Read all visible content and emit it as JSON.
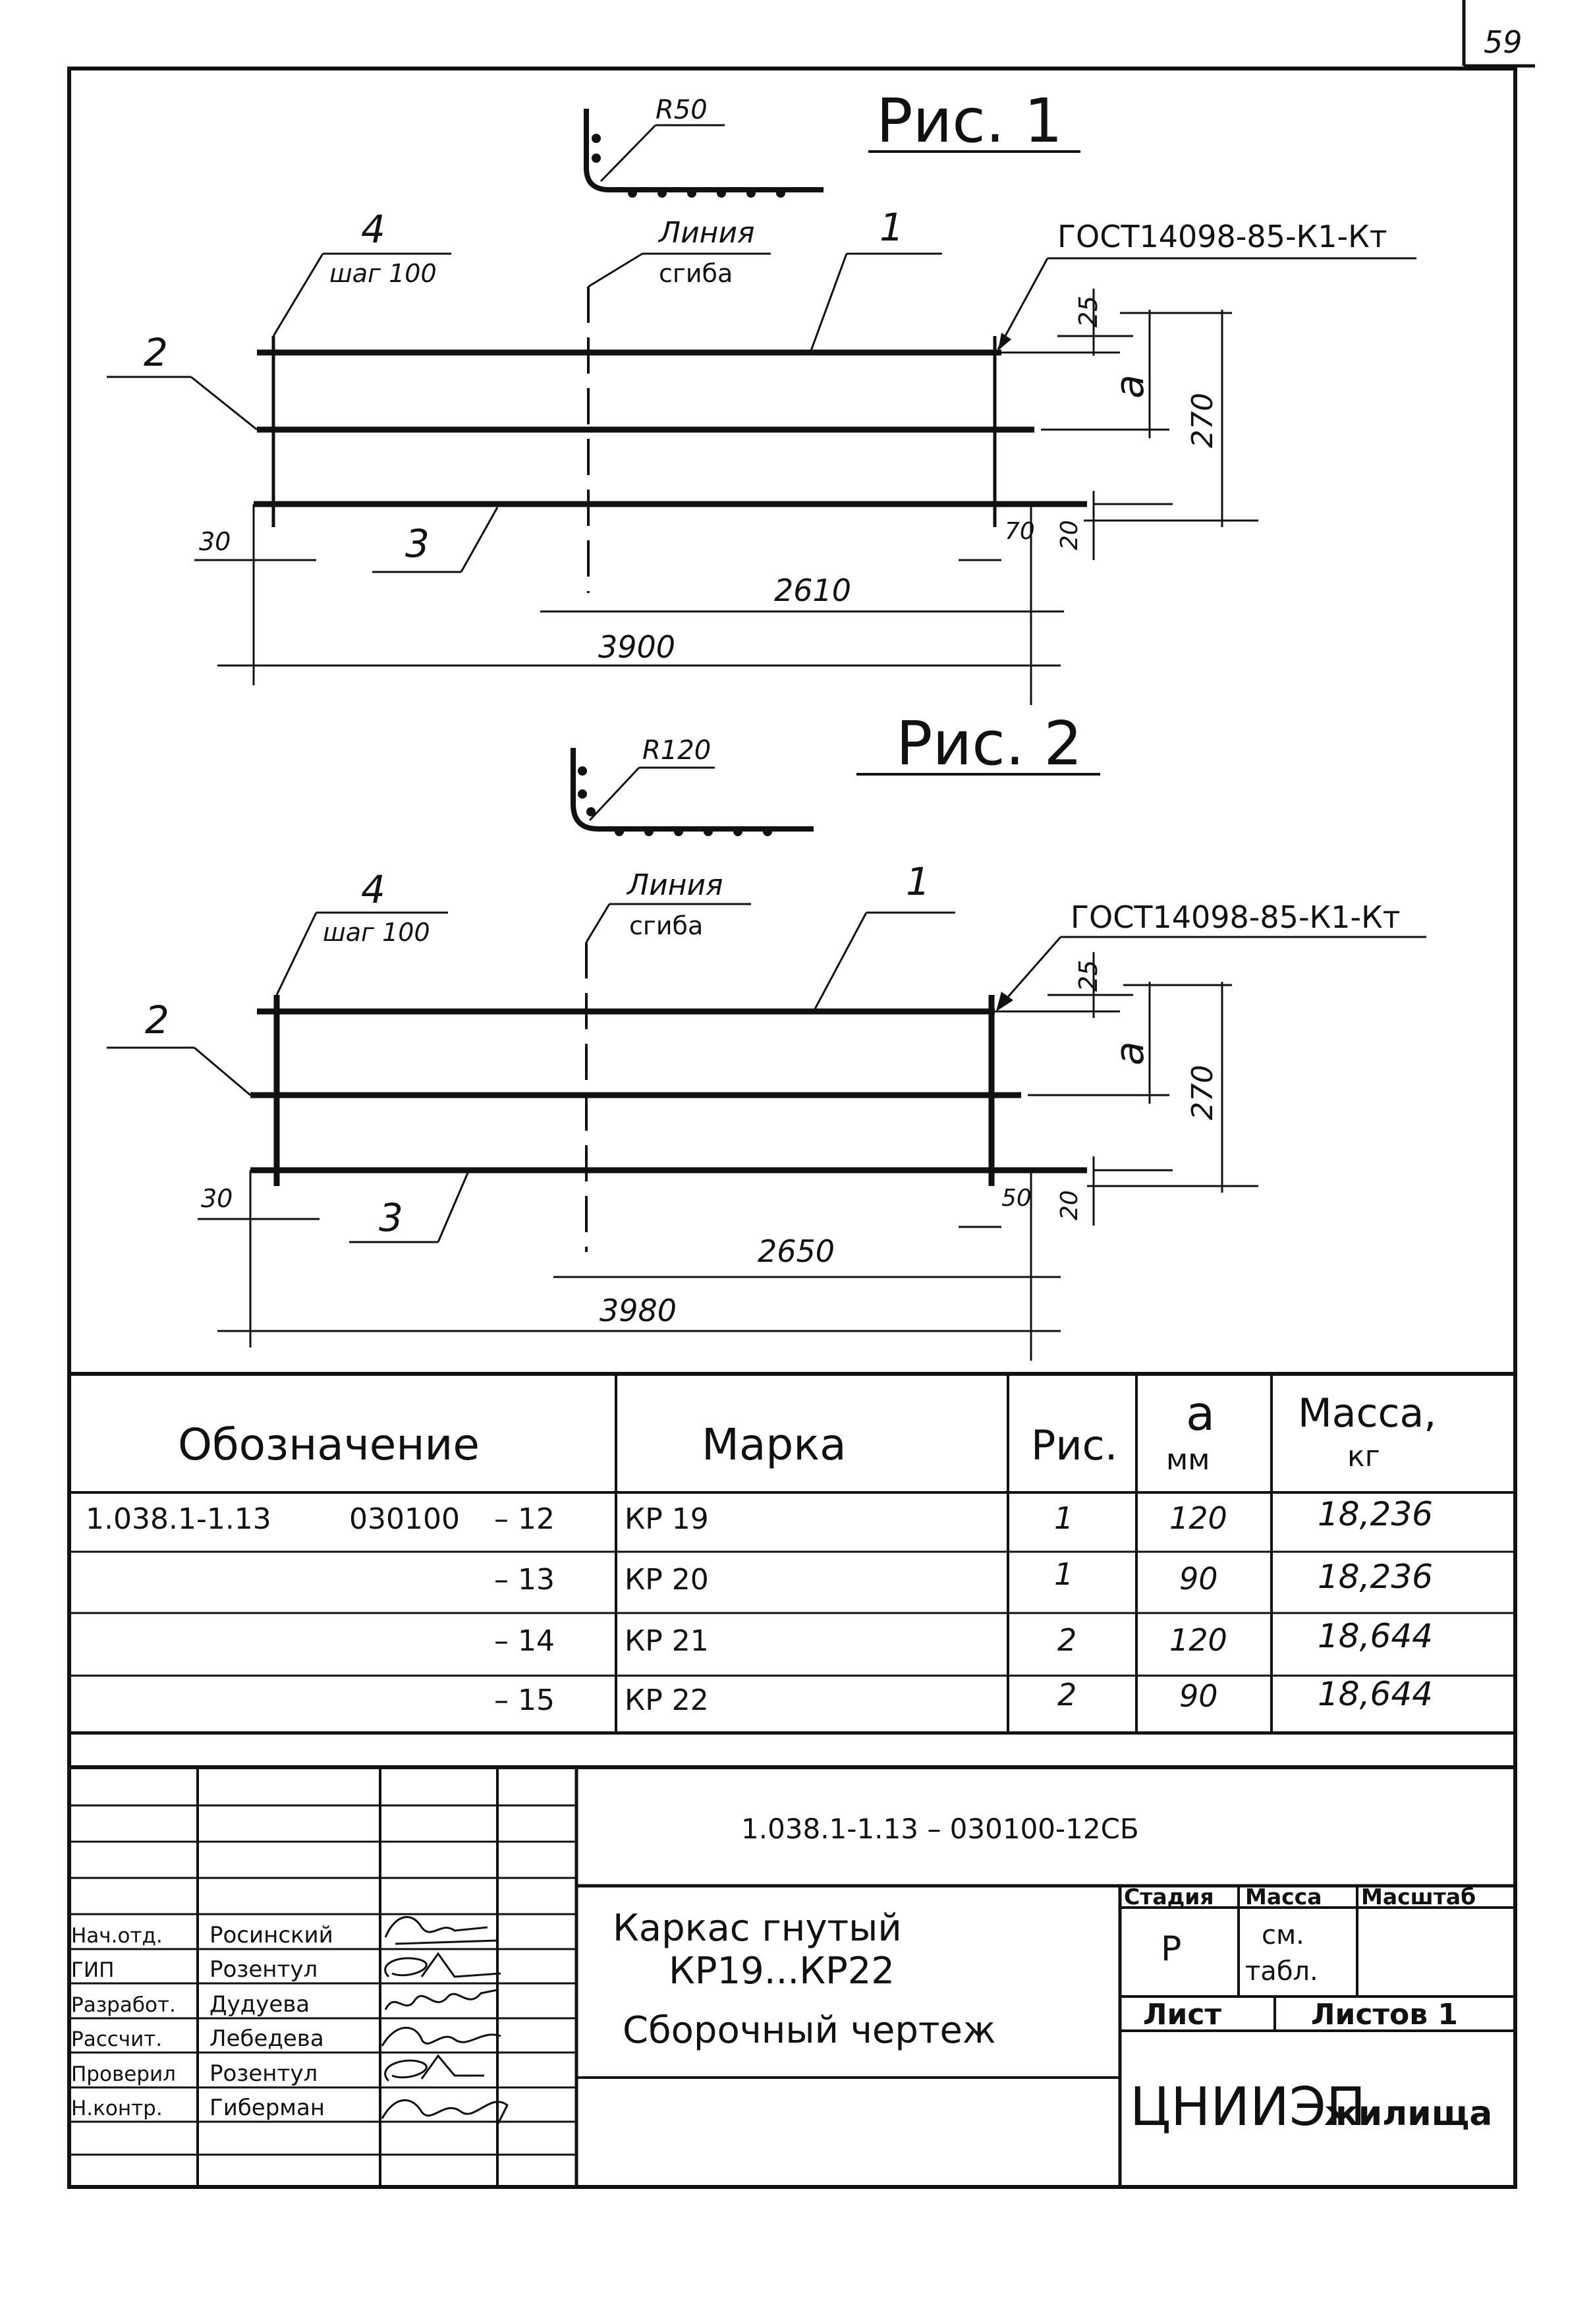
{
  "page_number": "59",
  "figure1": {
    "title": "Рис. 1",
    "radius": "R50",
    "callout_4_num": "4",
    "callout_4_text": "шаг 100",
    "bend_line_1": "Линия",
    "bend_line_2": "сгиба",
    "callout_1": "1",
    "callout_2": "2",
    "callout_3": "3",
    "gost": "ГОСТ14098-85-К1-Кт",
    "dim_25": "25",
    "dim_a": "a",
    "dim_270": "270",
    "dim_20": "20",
    "dim_30": "30",
    "dim_end": "70",
    "dim_mid": "2610",
    "dim_total": "3900"
  },
  "figure2": {
    "title": "Рис. 2",
    "radius": "R120",
    "callout_4_num": "4",
    "callout_4_text": "шаг 100",
    "bend_line_1": "Линия",
    "bend_line_2": "сгиба",
    "callout_1": "1",
    "callout_2": "2",
    "callout_3": "3",
    "gost": "ГОСТ14098-85-К1-Кт",
    "dim_25": "25",
    "dim_a": "a",
    "dim_270": "270",
    "dim_20": "20",
    "dim_30": "30",
    "dim_end": "50",
    "dim_mid": "2650",
    "dim_total": "3980"
  },
  "spec_table": {
    "headers": {
      "designation": "Обозначение",
      "mark": "Марка",
      "fig": "Рис.",
      "a_sym": "a",
      "a_unit": "мм",
      "mass": "Масса,",
      "mass_unit": "кг"
    },
    "rows": [
      {
        "designation_base": "1.038.1-1.13",
        "designation_code": "030100",
        "suffix": "– 12",
        "mark": "КР 19",
        "fig": "1",
        "a": "120",
        "mass": "18,236"
      },
      {
        "designation_base": "",
        "designation_code": "",
        "suffix": "– 13",
        "mark": "КР 20",
        "fig": "1",
        "a": "90",
        "mass": "18,236"
      },
      {
        "designation_base": "",
        "designation_code": "",
        "suffix": "– 14",
        "mark": "КР 21",
        "fig": "2",
        "a": "120",
        "mass": "18,644"
      },
      {
        "designation_base": "",
        "designation_code": "",
        "suffix": "– 15",
        "mark": "КР 22",
        "fig": "2",
        "a": "90",
        "mass": "18,644"
      }
    ]
  },
  "title_block": {
    "doc_code": "1.038.1-1.13 – 030100-12СБ",
    "title_line1": "Каркас гнутый",
    "title_line2": "КР19...КР22",
    "title_line3": "Сборочный чертеж",
    "stage_header": "Стадия",
    "mass_header": "Масса",
    "scale_header": "Масштаб",
    "stage_value": "Р",
    "mass_value_1": "см.",
    "mass_value_2": "табл.",
    "sheet_label": "Лист",
    "sheets_label": "Листов 1",
    "org": "ЦНИИЭП",
    "org_suffix": "жилища",
    "signers": [
      {
        "role": "Нач.отд.",
        "name": "Росинский"
      },
      {
        "role": "ГИП",
        "name": "Розентул"
      },
      {
        "role": "Разработ.",
        "name": "Дудуева"
      },
      {
        "role": "Рассчит.",
        "name": "Лебедева"
      },
      {
        "role": "Проверил",
        "name": "Розентул"
      },
      {
        "role": "Н.контр.",
        "name": "Гиберман"
      }
    ]
  }
}
